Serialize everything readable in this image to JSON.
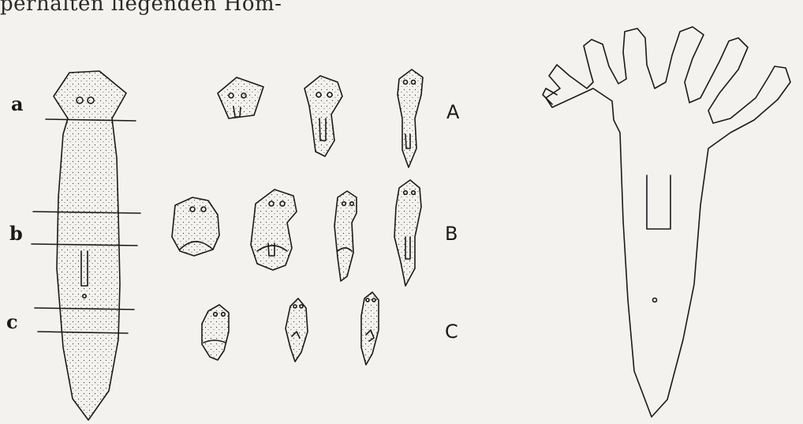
{
  "header": {
    "text": "perhalten liegenden Hom-"
  },
  "labels": {
    "cut_a": "a",
    "cut_b": "b",
    "cut_c": "c",
    "row_a": "A",
    "row_b": "B",
    "row_c": "C"
  },
  "colors": {
    "ink": "#1a1a1a",
    "paper": "#f3f2ee"
  }
}
